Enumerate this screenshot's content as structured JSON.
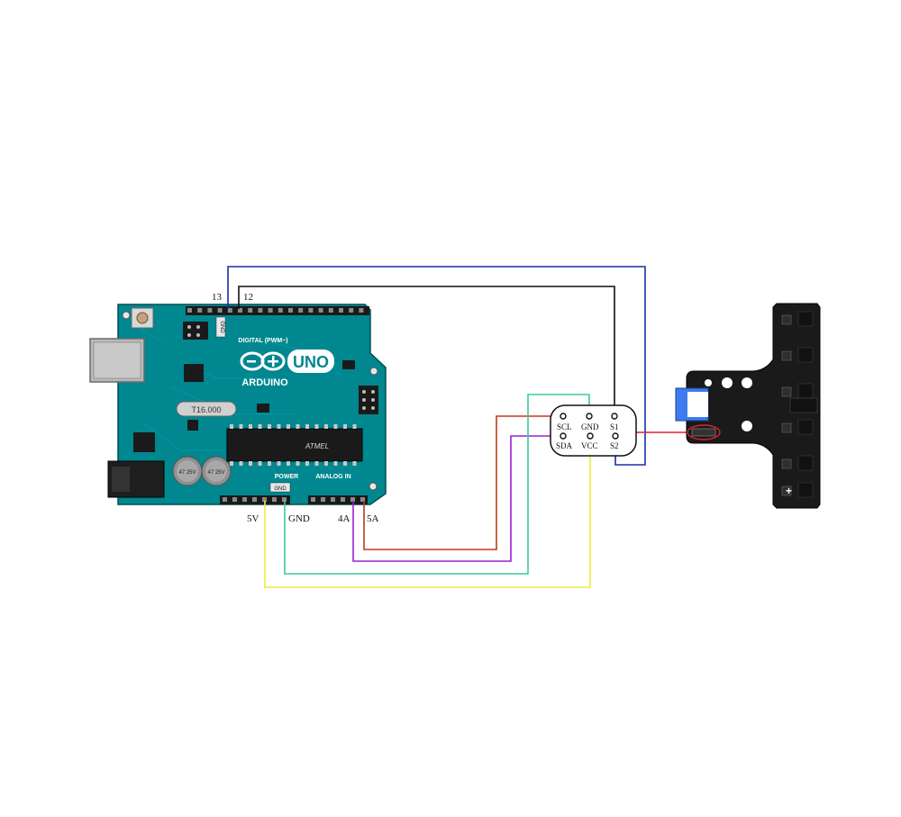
{
  "arduino": {
    "logo_text": "UNO",
    "brand_text": "ARDUINO",
    "digital_header": "DIGITAL (PWM~)",
    "power_header": "POWER",
    "analog_header": "ANALOG IN",
    "gnd_marker_top": "GND",
    "gnd_marker_bottom": "GND",
    "crystal_text": "T16.000",
    "chip_text": "ATMEL",
    "cap1_text": "47 25V",
    "cap2_text": "47 25V"
  },
  "pin_labels": {
    "pin13": "13",
    "pin12": "12",
    "five_v": "5V",
    "gnd": "GND",
    "a4": "4A",
    "a5": "5A"
  },
  "module": {
    "scl": "SCL",
    "gnd": "GND",
    "s1": "S1",
    "sda": "SDA",
    "vcc": "VCC",
    "s2": "S2"
  },
  "colors": {
    "board": "#00878f",
    "board_dark": "#006d73",
    "wire_blue": "#1a2fa8",
    "wire_black": "#111111",
    "wire_red": "#c0391b",
    "wire_purple": "#9b1fd6",
    "wire_teal": "#3cc8a0",
    "wire_yellow": "#ecec3c",
    "sensor_cable": "#e02030",
    "sensor_board": "#1a1a1a"
  }
}
